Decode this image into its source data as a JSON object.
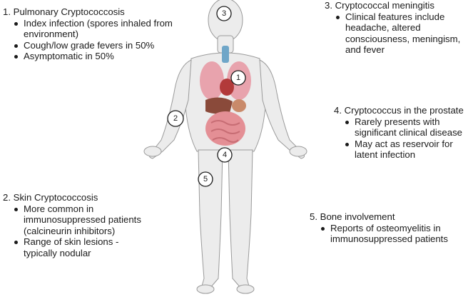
{
  "sections": [
    {
      "title": "1.  Pulmonary Cryptococcosis",
      "bullets": [
        "Index infection (spores inhaled from environment)",
        "Cough/low grade fevers in 50%",
        "Asymptomatic in 50%"
      ]
    },
    {
      "title": "2. Skin Cryptococcosis",
      "bullets": [
        "More common in immunosuppressed patients (calcineurin inhibitors)",
        "Range of skin lesions - typically nodular"
      ]
    },
    {
      "title": "3. Cryptococcal meningitis",
      "bullets": [
        "Clinical features include headache, altered consciousness, meningism, and fever"
      ]
    },
    {
      "title": "4. Cryptococcus in the prostate",
      "bullets": [
        "Rarely presents with significant clinical disease",
        "May act as reservoir for latent infection"
      ]
    },
    {
      "title": "5. Bone involvement",
      "bullets": [
        "Reports of osteomyelitis in immunosuppressed patients"
      ]
    }
  ],
  "markers": [
    "1",
    "2",
    "3",
    "4",
    "5"
  ],
  "colors": {
    "body_fill": "#ececec",
    "body_stroke": "#9a9a9a",
    "lung": "#e8a3ad",
    "heart": "#b23a3a",
    "liver": "#8a4a3a",
    "intestine": "#e48f95",
    "trachea": "#6fa6c8",
    "stomach": "#c98a6a"
  }
}
